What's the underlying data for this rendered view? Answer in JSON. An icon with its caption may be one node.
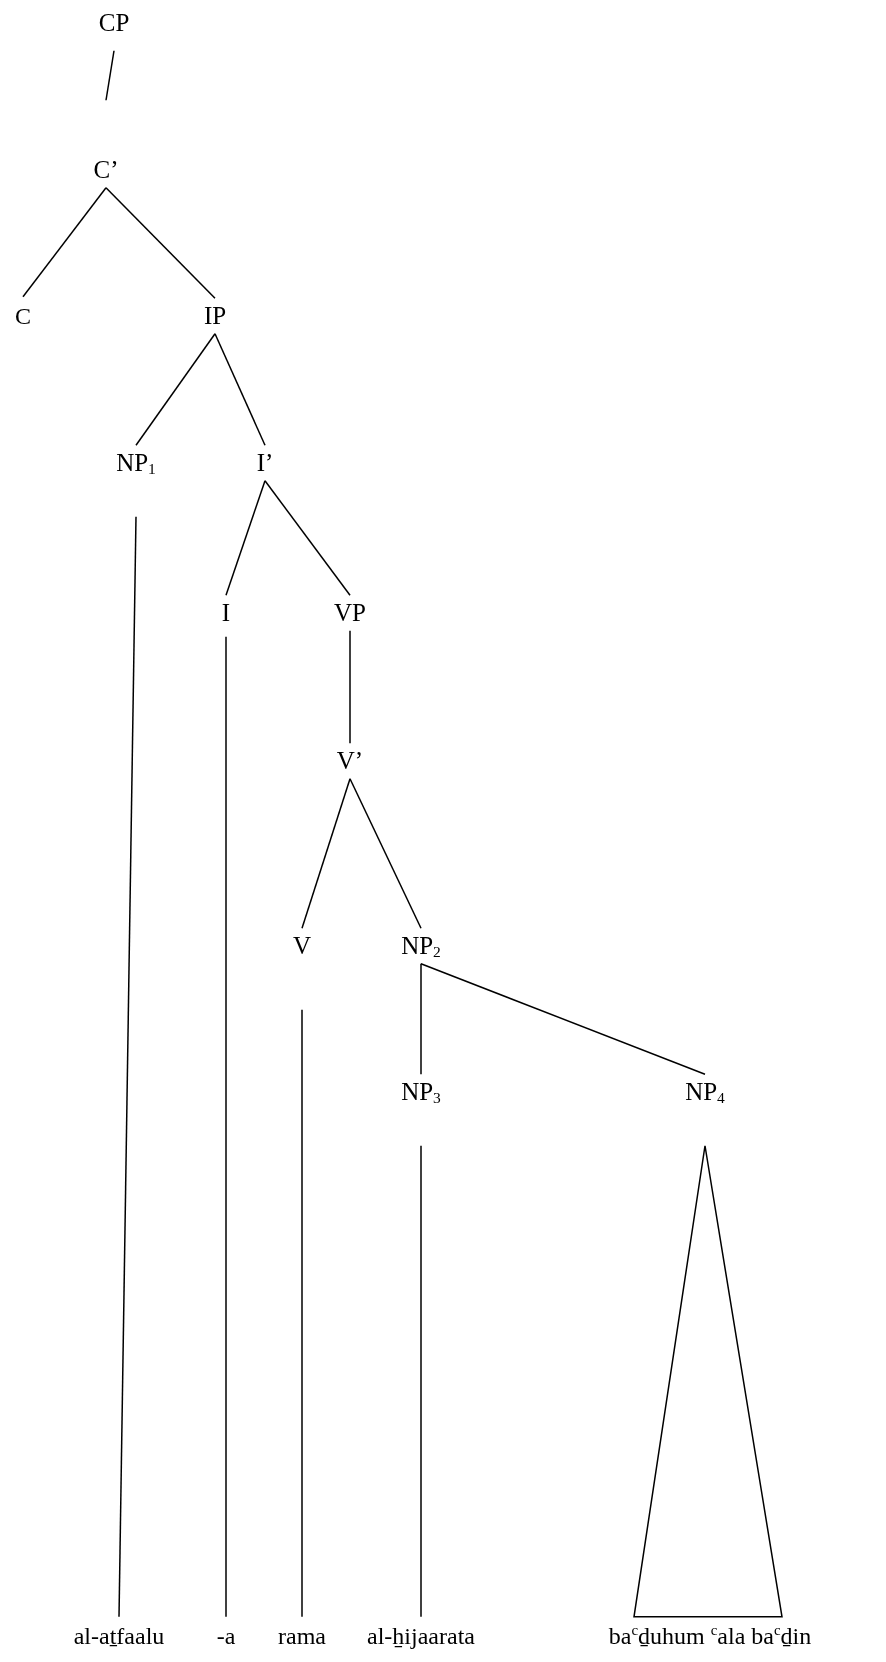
{
  "diagram": {
    "nodes": [
      {
        "text": [
          "CP"
        ]
      },
      {
        "text": [
          "C’"
        ]
      },
      {
        "text": [
          "C"
        ]
      },
      {
        "text": [
          "IP"
        ]
      },
      {
        "text": [
          "NP$_{1}$"
        ]
      },
      {
        "text": [
          "I’"
        ]
      },
      {
        "text": [
          "I"
        ]
      },
      {
        "text": [
          "VP"
        ]
      },
      {
        "text": [
          "V’"
        ]
      },
      {
        "text": [
          "V"
        ]
      },
      {
        "text": [
          "NP$_{2}$"
        ]
      },
      {
        "text": [
          "NP$_{3}$"
        ]
      },
      {
        "text": [
          "NP$_{4}$"
        ]
      },
      {
        "text": [
          "al-aṯfaalu"
        ]
      },
      {
        "text": [
          "-a"
        ]
      },
      {
        "text": [
          "rama"
        ]
      },
      {
        "text": [
          "al-ẖijaarata"
        ]
      },
      {
        "text": [
          "ba$^{c}$ḏuhum $^{c}$ala ba$^{c}$ḏin"
        ]
      }
    ],
    "edges": [
      {
        "from": 0,
        "to": 1,
        "arrow": "none"
      },
      {
        "from": 1,
        "to": 2,
        "arrow": "none"
      },
      {
        "from": 1,
        "to": 3,
        "arrow": "none"
      },
      {
        "from": 3,
        "to": 4,
        "arrow": "none"
      },
      {
        "from": 3,
        "to": 5,
        "arrow": "none"
      },
      {
        "from": 5,
        "to": 6,
        "arrow": "none"
      },
      {
        "from": 5,
        "to": 7,
        "arrow": "none"
      },
      {
        "from": 7,
        "to": 8,
        "arrow": "none"
      },
      {
        "from": 8,
        "to": 9,
        "arrow": "none"
      },
      {
        "from": 8,
        "to": 10,
        "arrow": "none"
      },
      {
        "from": 10,
        "to": 11,
        "arrow": "none"
      },
      {
        "from": 10,
        "to": 12,
        "arrow": "none"
      },
      {
        "from": 4,
        "to": 13,
        "arrow": "none"
      },
      {
        "from": 6,
        "to": 14,
        "arrow": "none"
      },
      {
        "from": 9,
        "to": 15,
        "arrow": "none"
      },
      {
        "from": 11,
        "to": 16,
        "arrow": "none"
      },
      {
        "from": 12,
        "to": 17,
        "arrow": "none"
      }
    ]
  }
}
